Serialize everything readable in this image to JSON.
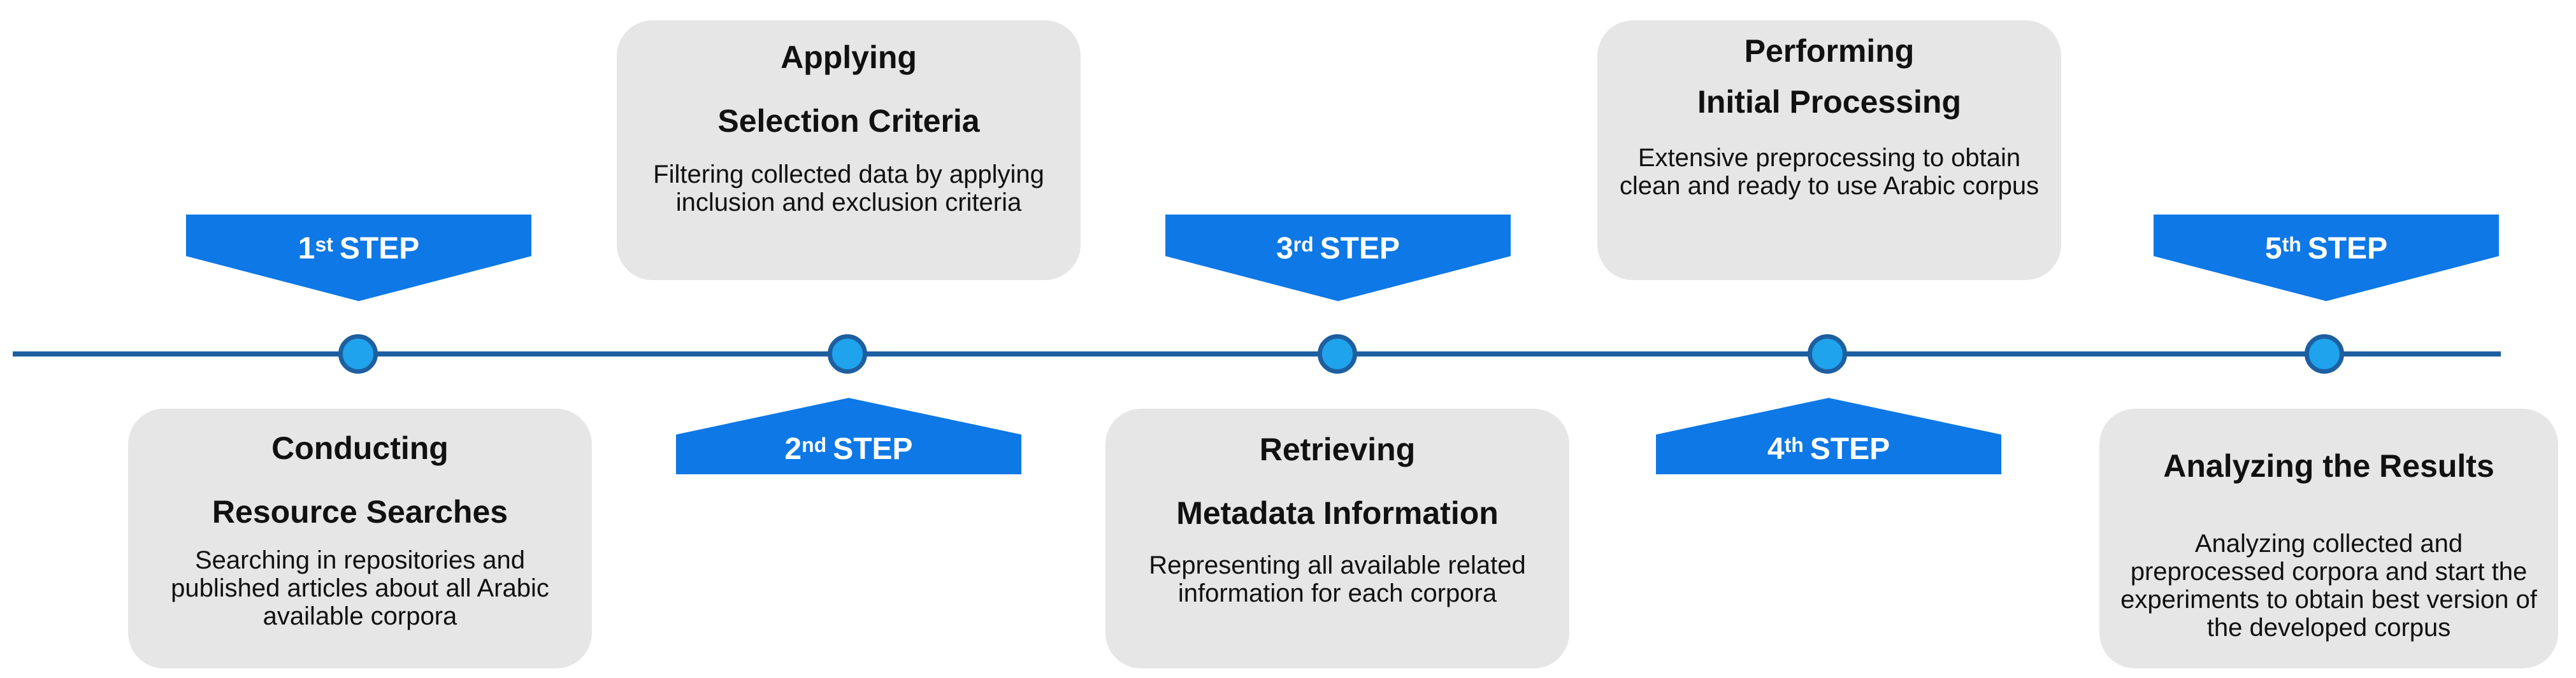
{
  "steps": [
    {
      "ordinal": "1",
      "sup": "st",
      "word": "STEP",
      "title1": "Conducting",
      "title2": "Resource Searches",
      "desc": "Searching in repositories and published articles about all Arabic available corpora"
    },
    {
      "ordinal": "2",
      "sup": "nd",
      "word": "STEP",
      "title1": "Applying",
      "title2": "Selection Criteria",
      "desc": "Filtering collected data by applying inclusion and exclusion criteria"
    },
    {
      "ordinal": "3",
      "sup": "rd",
      "word": "STEP",
      "title1": "Retrieving",
      "title2": "Metadata Information",
      "desc": "Representing all available related information for each corpora"
    },
    {
      "ordinal": "4",
      "sup": "th",
      "word": "STEP",
      "title1": "Performing",
      "title2": "Initial Processing",
      "desc": "Extensive preprocessing to obtain clean and ready to use Arabic corpus"
    },
    {
      "ordinal": "5",
      "sup": "th",
      "word": "STEP",
      "title1": "Analyzing the Results",
      "title2": "",
      "desc": "Analyzing collected and preprocessed corpora and start the experiments to obtain best version of the developed corpus"
    }
  ],
  "colors": {
    "arrow": "#0d78e6",
    "line": "#1d5fa0",
    "node": "#1fa3ec",
    "card": "#e6e6e6"
  }
}
